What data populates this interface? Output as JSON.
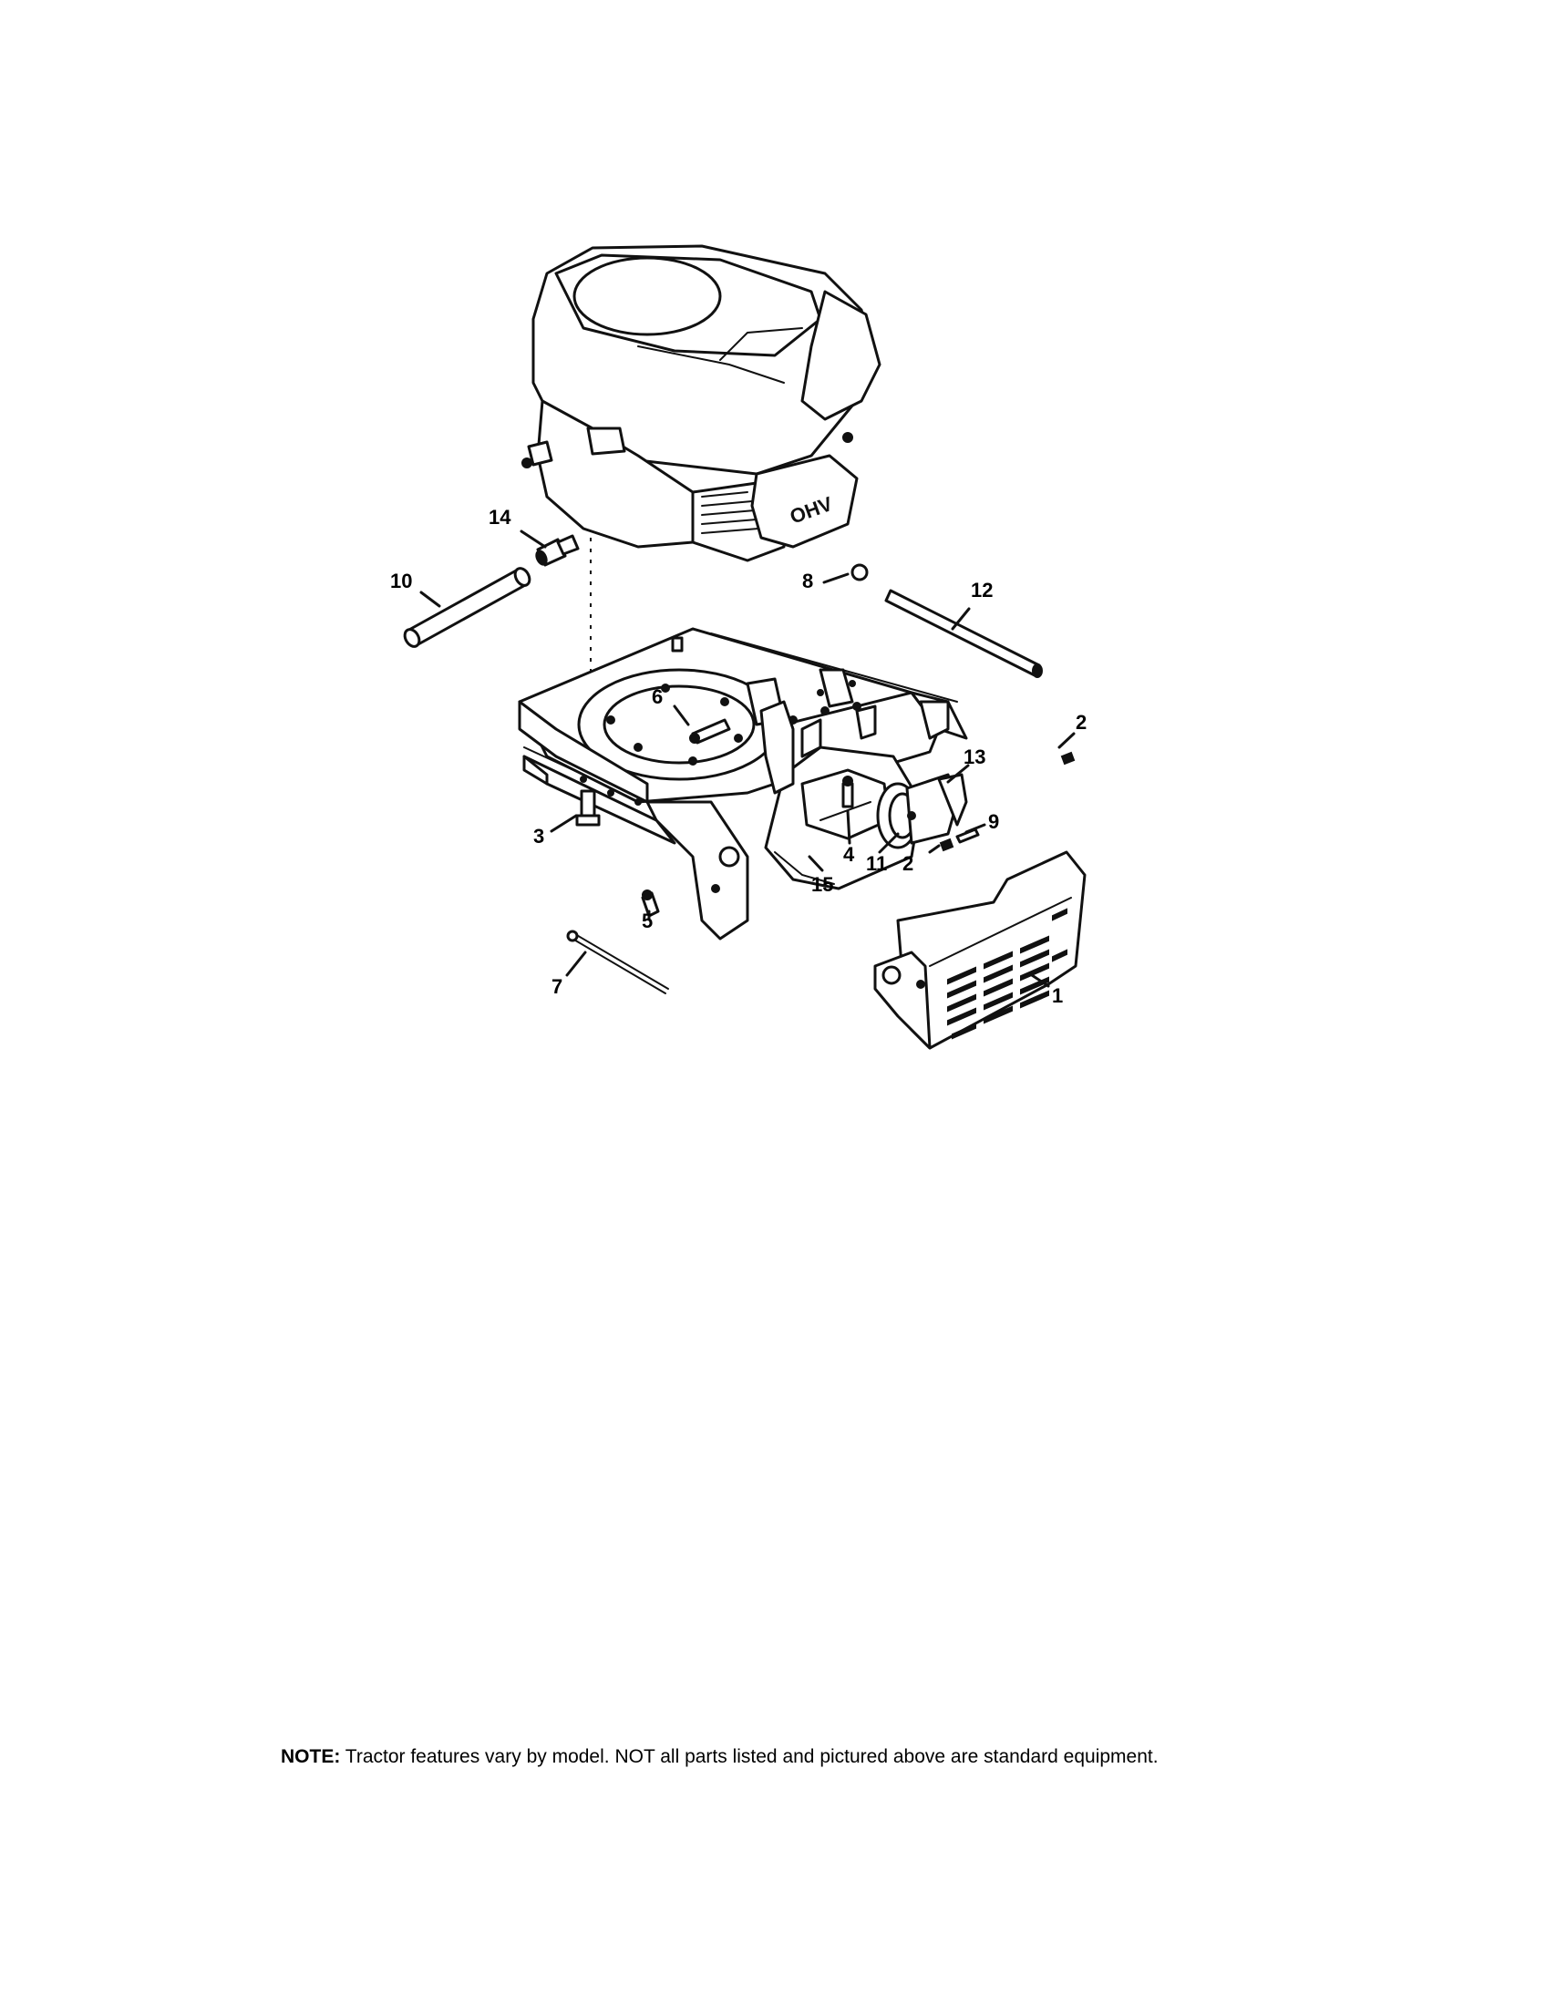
{
  "callouts": [
    {
      "id": "1",
      "label": "1"
    },
    {
      "id": "2a",
      "label": "2"
    },
    {
      "id": "2b",
      "label": "2"
    },
    {
      "id": "3",
      "label": "3"
    },
    {
      "id": "4",
      "label": "4"
    },
    {
      "id": "5",
      "label": "5"
    },
    {
      "id": "6",
      "label": "6"
    },
    {
      "id": "7",
      "label": "7"
    },
    {
      "id": "8",
      "label": "8"
    },
    {
      "id": "9",
      "label": "9"
    },
    {
      "id": "10",
      "label": "10"
    },
    {
      "id": "11",
      "label": "11"
    },
    {
      "id": "12",
      "label": "12"
    },
    {
      "id": "13",
      "label": "13"
    },
    {
      "id": "14",
      "label": "14"
    },
    {
      "id": "15",
      "label": "15"
    }
  ],
  "engine_marking": "OHV",
  "note": {
    "label": "NOTE:",
    "text": " Tractor features vary by model. NOT all parts listed and pictured above are standard equipment."
  }
}
